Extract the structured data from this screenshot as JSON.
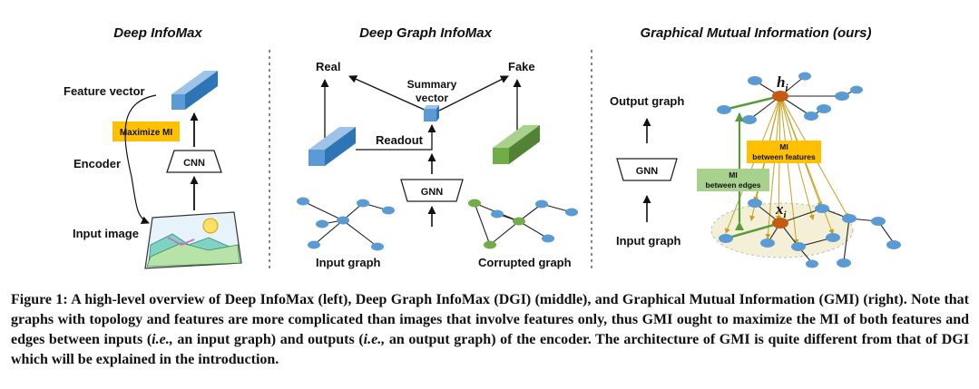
{
  "panels": {
    "dim": {
      "title": "Deep InfoMax",
      "feature_vector": "Feature vector",
      "maximize_mi": "Maximize MI",
      "encoder": "Encoder",
      "cnn": "CNN",
      "input_image": "Input image"
    },
    "dgi": {
      "title": "Deep Graph InfoMax",
      "real": "Real",
      "fake": "Fake",
      "summary_line1": "Summary",
      "summary_line2": "vector",
      "readout": "Readout",
      "gnn": "GNN",
      "input_graph": "Input graph",
      "corrupted_graph": "Corrupted graph"
    },
    "gmi": {
      "title": "Graphical Mutual Information (ours)",
      "output_graph": "Output graph",
      "gnn": "GNN",
      "input_graph": "Input graph",
      "h_label": "h",
      "h_sub": "i",
      "x_label": "x",
      "x_sub": "i",
      "mi_features_line1": "MI",
      "mi_features_line2": "between features",
      "mi_edges_line1": "MI",
      "mi_edges_line2": "between edges"
    }
  },
  "caption": {
    "p1": "Figure 1: A high-level overview of Deep InfoMax (left), Deep Graph InfoMax (DGI) (middle), and Graphical Mutual Information (GMI) (right). Note that graphs with topology and features are more complicated than images that involve features only, thus GMI ought to maximize the MI of both features and edges between inputs (",
    "ie1": "i.e.,",
    "p2": " an input graph) and outputs (",
    "ie2": "i.e.,",
    "p3": " an output graph) of the encoder. The architecture of GMI is quite different from that of DGI which will be explained in the introduction."
  },
  "colors": {
    "node_blue": "#5b9bd5",
    "node_green": "#70ad47",
    "node_orange": "#c55a11",
    "mi_yellow": "#ffc000",
    "mi_green": "#a9d18e",
    "arrow_gold": "#c8a020",
    "edge_green": "#5a9a3a",
    "ellipse_fill": "#f4f0d8"
  }
}
